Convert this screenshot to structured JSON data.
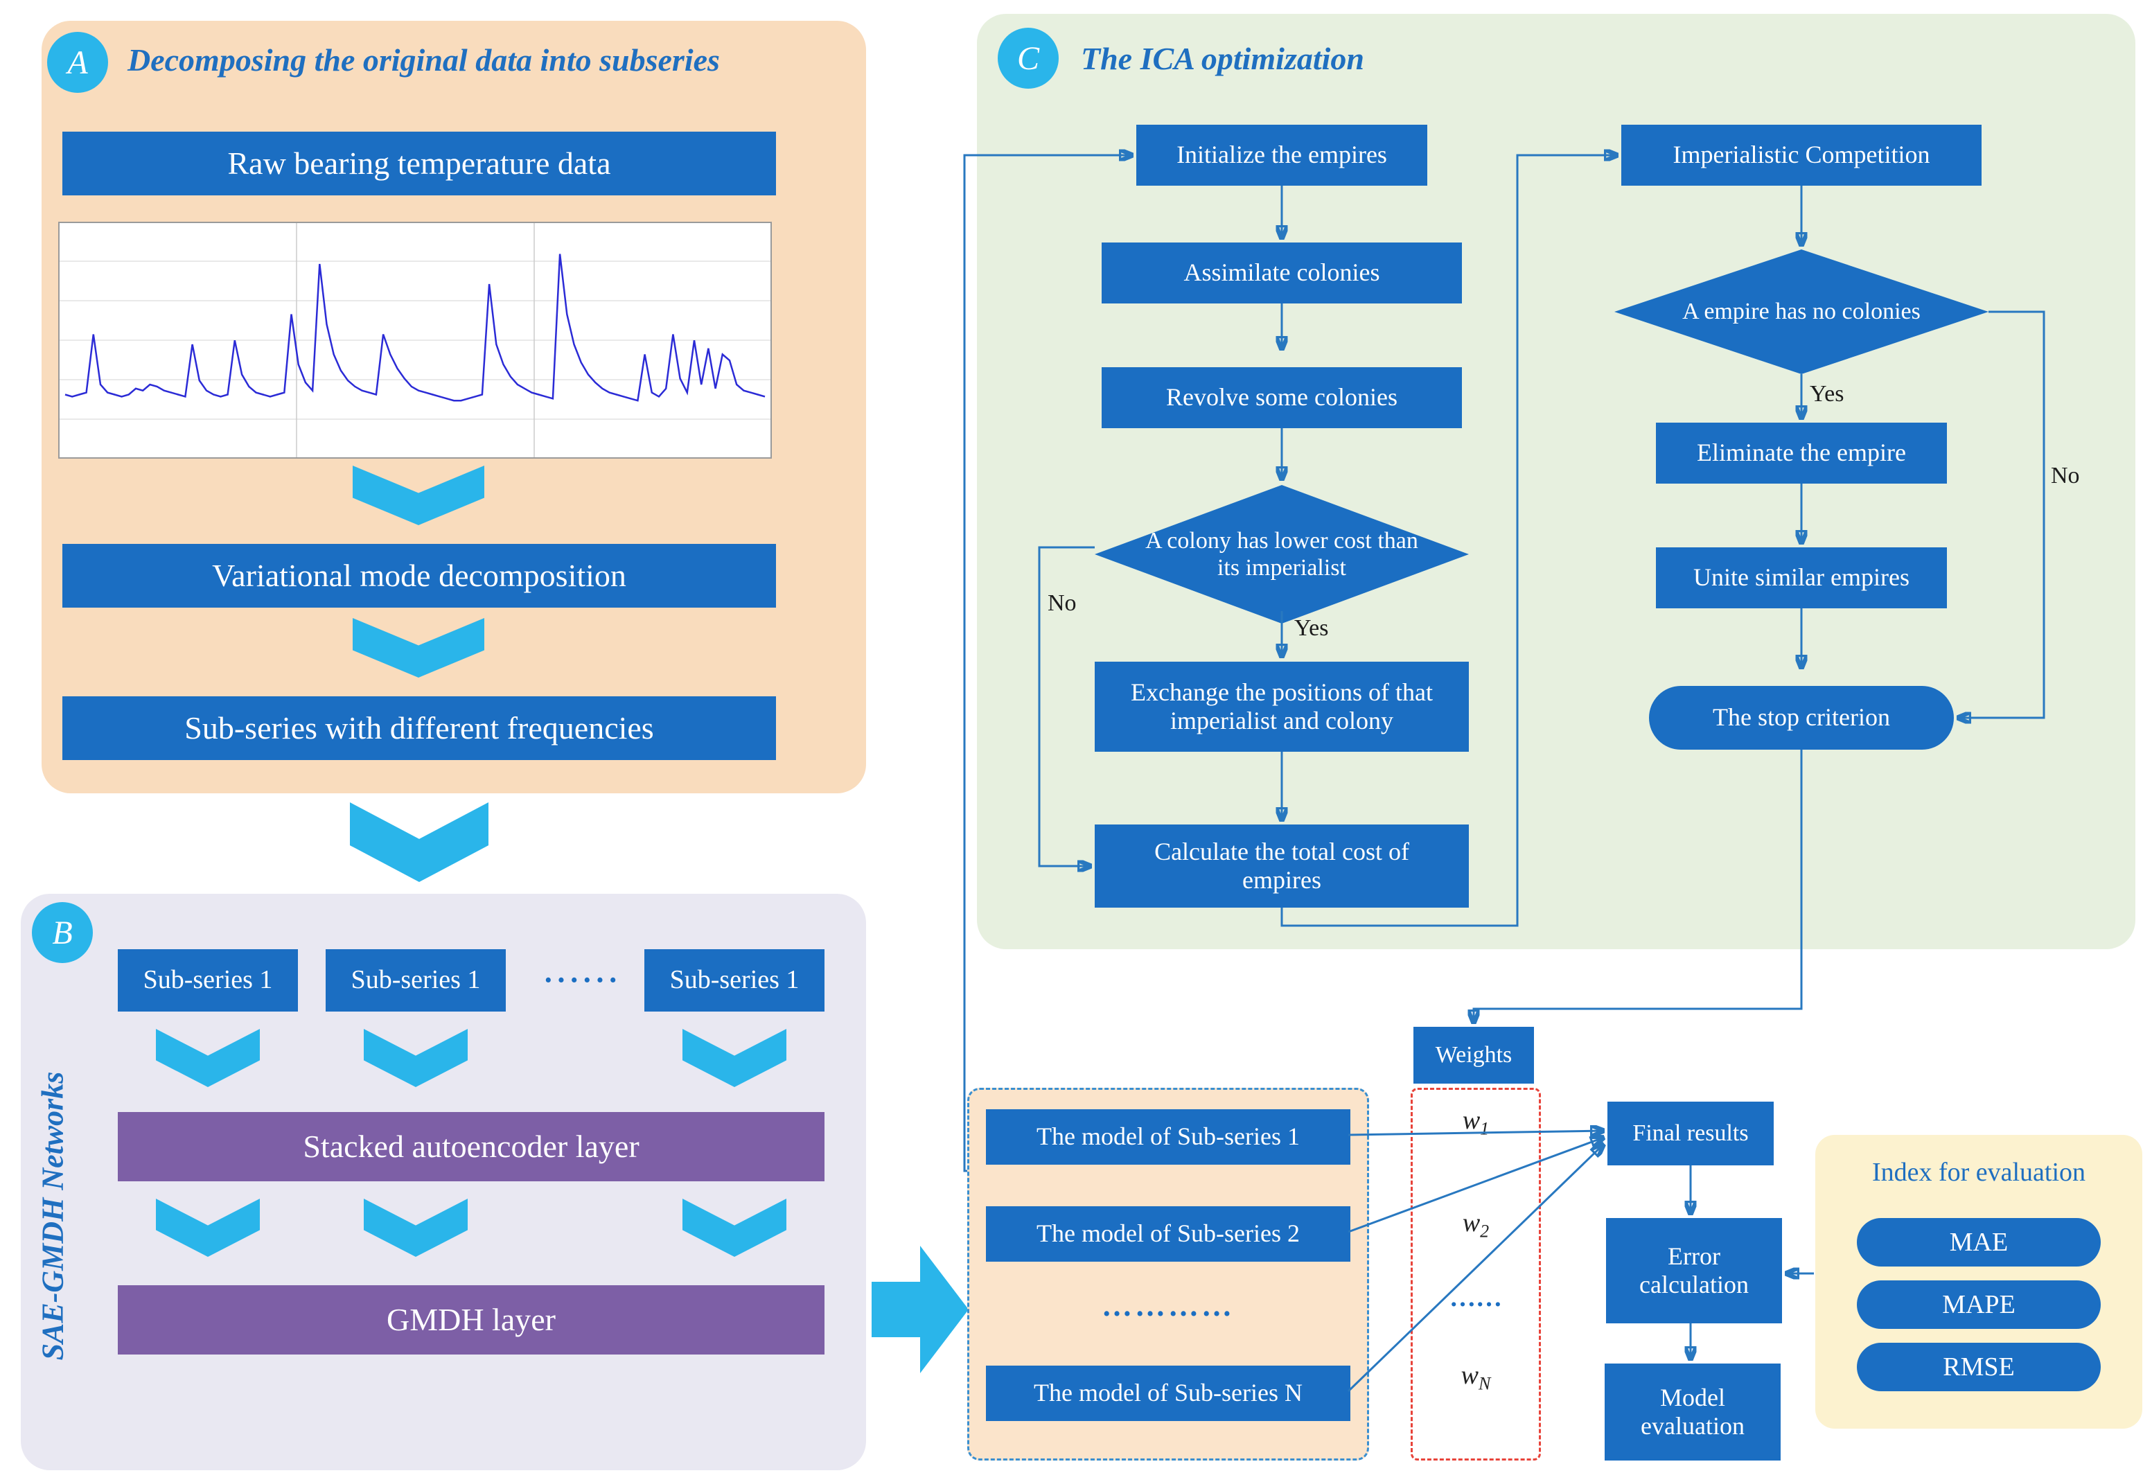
{
  "colors": {
    "blue": "#1b6ec2",
    "cyan": "#2ab5ea",
    "purple": "#7d5fa6",
    "panelA": "#f9dcbd",
    "panelB": "#e9e8f2",
    "panelC": "#e7f0df",
    "indexBg": "#fcf2cf",
    "modelsBg": "#fbe4cb",
    "connector": "#2878c0",
    "titleBlue": "#1f6fc0",
    "red": "#e8433a",
    "chartLine": "#2b2bd6"
  },
  "panel_a": {
    "badge": "A",
    "title": "Decomposing the original data into subseries",
    "raw_box": "Raw bearing temperature data",
    "vmd_box": "Variational mode decomposition",
    "subseries_box": "Sub-series with different frequencies"
  },
  "panel_b": {
    "badge": "B",
    "side_label": "SAE-GMDH Networks",
    "subseries": [
      "Sub-series 1",
      "Sub-series 1",
      "Sub-series 1"
    ],
    "dots": "······",
    "sae_layer": "Stacked autoencoder layer",
    "gmdh_layer": "GMDH layer"
  },
  "panel_c": {
    "badge": "C",
    "title": "The ICA optimization",
    "init": "Initialize the empires",
    "assimilate": "Assimilate colonies",
    "revolve": "Revolve some colonies",
    "decision_colony": "A colony has lower cost than its imperialist",
    "exchange": "Exchange the positions of that imperialist and colony",
    "calculate": "Calculate the total cost of empires",
    "competition": "Imperialistic Competition",
    "decision_empire": "A empire has no colonies",
    "eliminate": "Eliminate the empire",
    "unite": "Unite similar empires",
    "stop": "The stop criterion",
    "yes": "Yes",
    "no": "No"
  },
  "models": {
    "rows": [
      "The model of Sub-series 1",
      "The model of Sub-series 2",
      "The model of Sub-series N"
    ],
    "dots": "…………"
  },
  "weights": {
    "title": "Weights",
    "items": [
      {
        "base": "w",
        "sub": "1"
      },
      {
        "base": "w",
        "sub": "2"
      },
      {
        "base": "……",
        "sub": ""
      },
      {
        "base": "w",
        "sub": "N"
      }
    ]
  },
  "results": {
    "final": "Final results",
    "error": "Error calculation",
    "evaluation": "Model evaluation"
  },
  "index_panel": {
    "title": "Index for evaluation",
    "metrics": [
      "MAE",
      "MAPE",
      "RMSE"
    ]
  },
  "chart_data": {
    "type": "line",
    "title": "",
    "xlabel": "",
    "ylabel": "",
    "ylim": [
      0,
      1
    ],
    "grid": true,
    "legend": false,
    "values": [
      0.25,
      0.24,
      0.25,
      0.26,
      0.55,
      0.3,
      0.26,
      0.25,
      0.24,
      0.25,
      0.28,
      0.27,
      0.3,
      0.29,
      0.27,
      0.26,
      0.25,
      0.24,
      0.5,
      0.32,
      0.27,
      0.25,
      0.24,
      0.25,
      0.52,
      0.35,
      0.29,
      0.26,
      0.25,
      0.24,
      0.25,
      0.26,
      0.65,
      0.4,
      0.31,
      0.27,
      0.9,
      0.6,
      0.45,
      0.37,
      0.32,
      0.29,
      0.27,
      0.26,
      0.25,
      0.55,
      0.45,
      0.38,
      0.33,
      0.29,
      0.27,
      0.26,
      0.25,
      0.24,
      0.23,
      0.22,
      0.22,
      0.23,
      0.24,
      0.25,
      0.8,
      0.5,
      0.4,
      0.34,
      0.3,
      0.28,
      0.26,
      0.25,
      0.24,
      0.23,
      0.95,
      0.65,
      0.5,
      0.41,
      0.35,
      0.31,
      0.28,
      0.26,
      0.25,
      0.24,
      0.23,
      0.22,
      0.45,
      0.26,
      0.24,
      0.28,
      0.55,
      0.33,
      0.26,
      0.52,
      0.3,
      0.48,
      0.28,
      0.45,
      0.42,
      0.3,
      0.27,
      0.26,
      0.25,
      0.24
    ]
  }
}
